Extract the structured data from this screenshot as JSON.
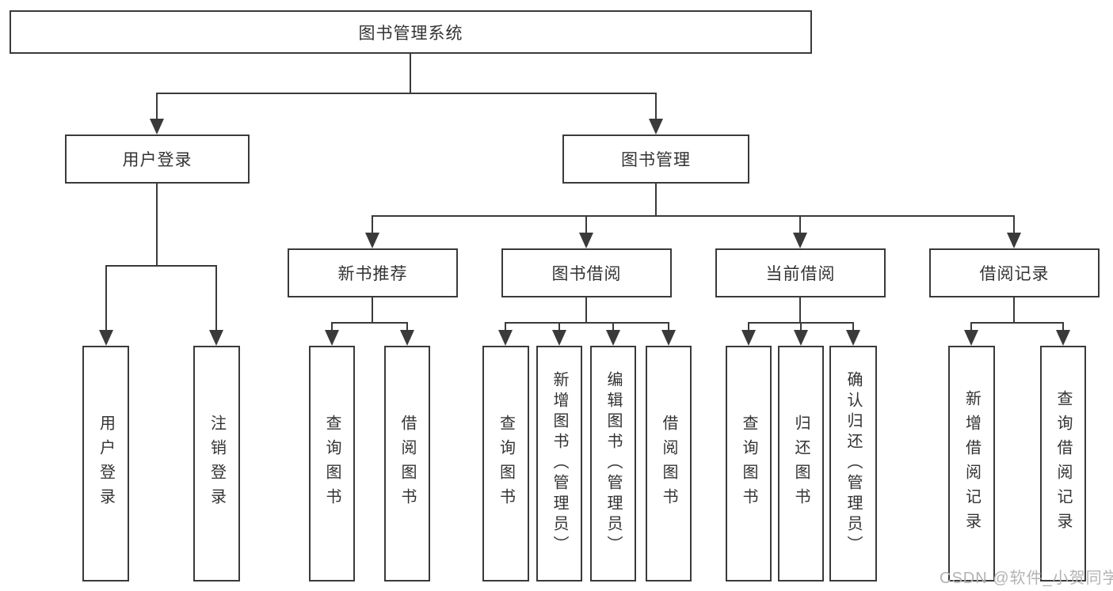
{
  "colors": {
    "line": "#3a3a3a",
    "box_border": "#3a3a3a",
    "text": "#333333",
    "watermark": "#b3b3b3",
    "background": "#ffffff"
  },
  "diagram": {
    "root": {
      "label": "图书管理系统"
    },
    "level2": [
      {
        "label": "用户登录"
      },
      {
        "label": "图书管理"
      }
    ],
    "level3": [
      {
        "parent": "图书管理",
        "label": "新书推荐"
      },
      {
        "parent": "图书管理",
        "label": "图书借阅"
      },
      {
        "parent": "图书管理",
        "label": "当前借阅"
      },
      {
        "parent": "图书管理",
        "label": "借阅记录"
      }
    ],
    "leaves": [
      {
        "parent": "用户登录",
        "label": "用户登录"
      },
      {
        "parent": "用户登录",
        "label": "注销登录"
      },
      {
        "parent": "新书推荐",
        "label": "查询图书"
      },
      {
        "parent": "新书推荐",
        "label": "借阅图书"
      },
      {
        "parent": "图书借阅",
        "label": "查询图书"
      },
      {
        "parent": "图书借阅",
        "label": "新增图书（管理员）"
      },
      {
        "parent": "图书借阅",
        "label": "编辑图书（管理员）"
      },
      {
        "parent": "图书借阅",
        "label": "借阅图书"
      },
      {
        "parent": "当前借阅",
        "label": "查询图书"
      },
      {
        "parent": "当前借阅",
        "label": "归还图书"
      },
      {
        "parent": "当前借阅",
        "label": "确认归还（管理员）"
      },
      {
        "parent": "借阅记录",
        "label": "新增借阅记录"
      },
      {
        "parent": "借阅记录",
        "label": "查询借阅记录"
      }
    ]
  },
  "watermark": "CSDN @软件_小贺同学"
}
